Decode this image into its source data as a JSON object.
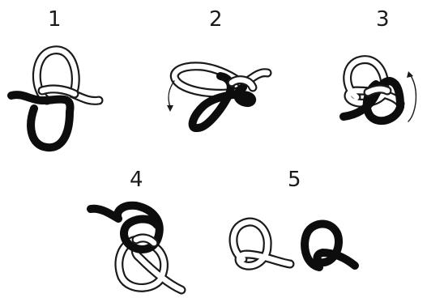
{
  "steps": [
    {
      "number": "1"
    },
    {
      "number": "2"
    },
    {
      "number": "3"
    },
    {
      "number": "4"
    },
    {
      "number": "5"
    }
  ],
  "colors": {
    "rope_white": "#ffffff",
    "rope_black": "#0d0d0d",
    "outline": "#1a1a1a"
  }
}
